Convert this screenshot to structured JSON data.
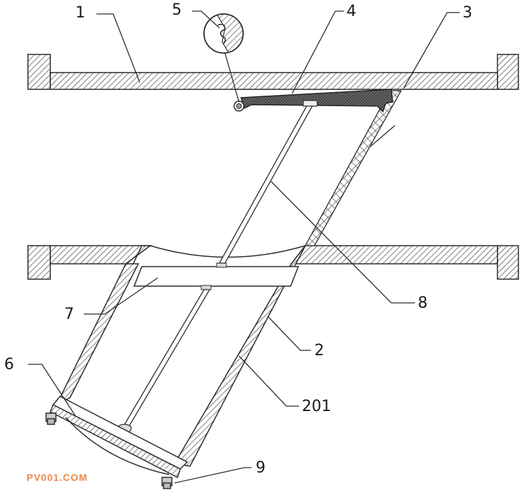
{
  "labels": {
    "l1": "1",
    "l2": "2",
    "l201": "201",
    "l3": "3",
    "l4": "4",
    "l5": "5",
    "l6": "6",
    "l7": "7",
    "l8": "8",
    "l9": "9"
  },
  "watermark": {
    "text": "PV001.COM",
    "color": "#e8894a"
  },
  "colors": {
    "stroke": "#2b2b2b",
    "hatch": "#3a3a3a",
    "dark": "#555555"
  }
}
